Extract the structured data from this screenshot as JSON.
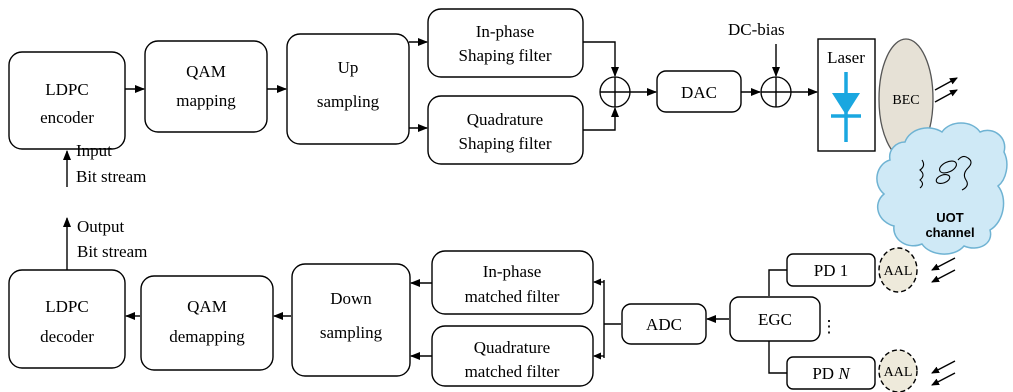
{
  "transmitter": {
    "ldpc_encoder": [
      "LDPC",
      "encoder"
    ],
    "qam_mapping": [
      "QAM",
      "mapping"
    ],
    "up_sampling": [
      "Up",
      "sampling"
    ],
    "inphase_filter": [
      "In-phase",
      "Shaping filter"
    ],
    "quadrature_filter": [
      "Quadrature",
      "Shaping filter"
    ],
    "dac": "DAC",
    "dc_bias": "DC-bias",
    "laser": "Laser",
    "bec": "BEC",
    "input": [
      "Input",
      "Bit stream"
    ]
  },
  "channel": {
    "label": [
      "UOT",
      "channel"
    ]
  },
  "receiver": {
    "output": [
      "Output",
      "Bit stream"
    ],
    "ldpc_decoder": [
      "LDPC",
      "decoder"
    ],
    "qam_demapping": [
      "QAM",
      "demapping"
    ],
    "down_sampling": [
      "Down",
      "sampling"
    ],
    "inphase_filter": [
      "In-phase",
      "matched filter"
    ],
    "quadrature_filter": [
      "Quadrature",
      "matched filter"
    ],
    "adc": "ADC",
    "egc": "EGC",
    "pd1": "PD 1",
    "pdn_prefix": "PD ",
    "pdn_index": "N",
    "aal": "AAL",
    "ellipsis": "⋮"
  },
  "colors": {
    "diode": "#1aa7e0",
    "bec_fill": "#e6e1d6",
    "aal_fill": "#eeeadb",
    "cloud_fill": "#cfe9f6",
    "cloud_stroke": "#6fb3d3"
  }
}
